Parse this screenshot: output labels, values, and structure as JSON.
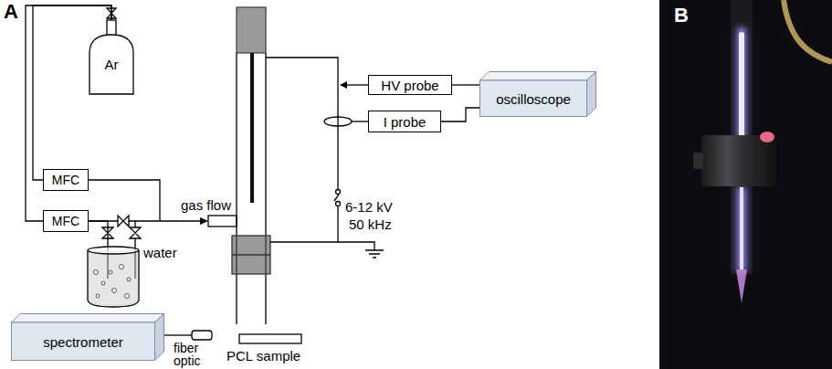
{
  "diagram": {
    "nodes": [
      {
        "text": [
          "Ar"
        ]
      },
      {
        "text": [
          "MFC"
        ]
      },
      {
        "text": [
          "MFC"
        ]
      },
      {
        "text": [
          "water"
        ]
      },
      {
        "text": [
          "HV probe"
        ]
      },
      {
        "text": [
          "I probe"
        ]
      },
      {
        "text": [
          "oscilloscope"
        ]
      },
      {
        "text": [
          "spectrometer"
        ]
      }
    ],
    "edges": [
      {
        "from": 0,
        "to": 1,
        "arrow": "none"
      },
      {
        "from": 0,
        "to": 2,
        "arrow": "none"
      },
      {
        "from": 2,
        "to": 3,
        "arrow": "none"
      },
      {
        "from": 4,
        "to": 6,
        "arrow": "none"
      },
      {
        "from": 5,
        "to": 6,
        "arrow": "none"
      }
    ],
    "labels": [
      "A",
      "B",
      "gas flow",
      "6-12 kV",
      "50 kHz",
      "fiber optic",
      "PCL sample"
    ]
  }
}
